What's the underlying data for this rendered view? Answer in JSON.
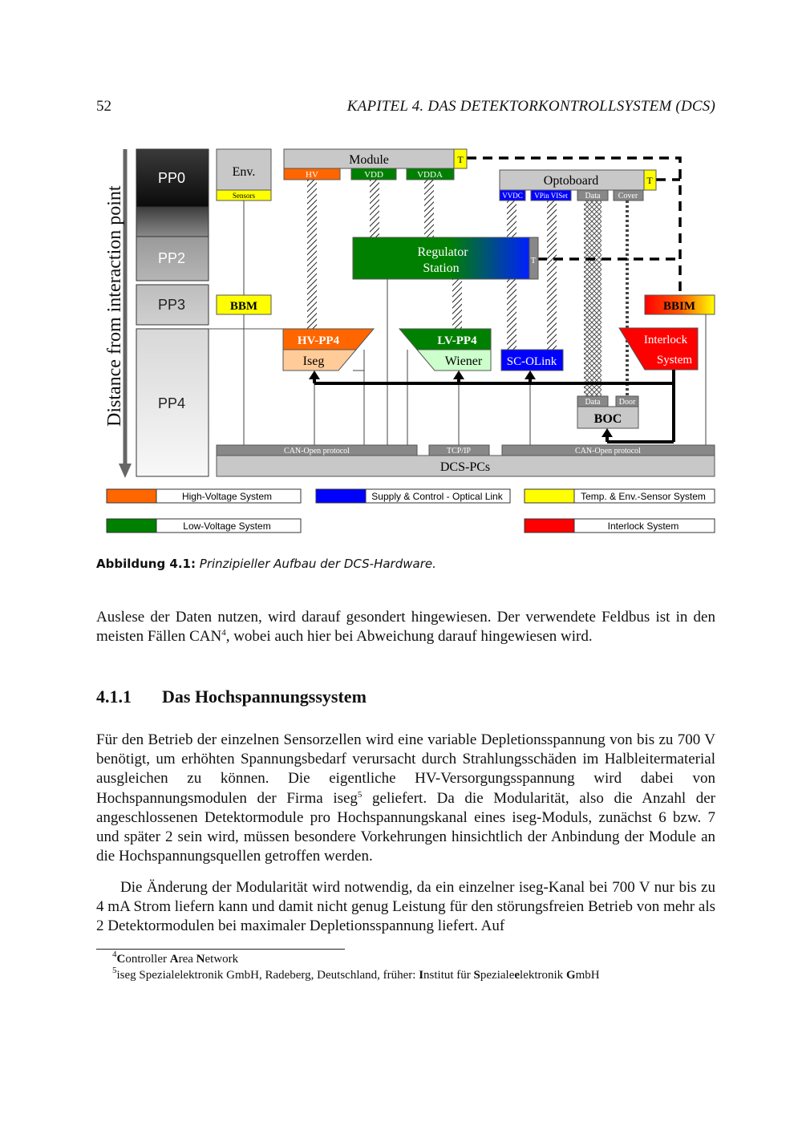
{
  "header": {
    "page_number": "52",
    "running_title": "KAPITEL 4.  DAS DETEKTORKONTROLLSYSTEM (DCS)"
  },
  "figure": {
    "axis_label": "Distance from interaction point",
    "levels": {
      "pp0": "PP0",
      "pp2": "PP2",
      "pp3": "PP3",
      "pp4": "PP4"
    },
    "blocks": {
      "env": "Env.",
      "sensors": "Sensors",
      "module": "Module",
      "t": "T",
      "hv": "HV",
      "vdd": "VDD",
      "vdda": "VDDA",
      "optoboard": "Optoboard",
      "vvdc": "VVDC",
      "vpin_viset": "VPin VISet",
      "data": "Data",
      "cover": "Cover",
      "regulator_line1": "Regulator",
      "regulator_line2": "Station",
      "bbm": "BBM",
      "bbim": "BBIM",
      "hv_pp4": "HV-PP4",
      "iseg": "Iseg",
      "lv_pp4": "LV-PP4",
      "wiener": "Wiener",
      "sc_olink": "SC-OLink",
      "interlock_line1": "Interlock",
      "interlock_line2": "System",
      "boc_data": "Data",
      "boc_door": "Door",
      "boc": "BOC",
      "can_open_left": "CAN-Open protocol",
      "tcp_ip": "TCP/IP",
      "can_open_right": "CAN-Open protocol",
      "dcs_pcs": "DCS-PCs"
    },
    "legend": [
      {
        "label": "High-Voltage System",
        "color": "#ff6600"
      },
      {
        "label": "Supply & Control - Optical Link",
        "color": "#0000ff"
      },
      {
        "label": "Temp. & Env.-Sensor System",
        "color": "#ffff00"
      },
      {
        "label": "Low-Voltage System",
        "color": "#008000"
      },
      {
        "label": "Interlock System",
        "color": "#ff0000"
      }
    ],
    "caption_label": "Abbildung 4.1:",
    "caption_text": "Prinzipieller Aufbau der DCS-Hardware."
  },
  "body": {
    "para1_a": "Auslese der Daten nutzen, wird darauf gesondert hingewiesen. Der verwendete Feldbus ist in den meisten Fällen CAN",
    "para1_sup": "4",
    "para1_b": ", wobei auch hier bei Abweichung darauf hingewiesen wird.",
    "section_number": "4.1.1",
    "section_title": "Das Hochspannungssystem",
    "para2_a": "Für den Betrieb der einzelnen Sensorzellen wird eine variable Depletionsspannung von bis zu 700 V benötigt, um erhöhten Spannungsbedarf verursacht durch Strahlungsschäden im Halbleitermaterial ausgleichen zu können. Die eigentliche HV-Versorgungsspannung wird dabei von Hochspannungsmodulen der Firma iseg",
    "para2_sup": "5",
    "para2_b": " geliefert. Da die Modularität, also die Anzahl der angeschlossenen Detektormodule pro Hochspannungskanal eines iseg-Moduls, zunächst 6 bzw. 7 und später 2 sein wird, müssen besondere Vorkehrungen hinsichtlich der Anbindung der Module an die Hochspannungsquellen getroffen werden.",
    "para3": "Die Änderung der Modularität wird notwendig, da ein einzelner iseg-Kanal bei 700 V nur bis zu 4 mA Strom liefern kann und damit nicht genug Leistung für den störungsfreien Betrieb von mehr als 2 Detektormodulen bei maximaler Depletionsspannung liefert. Auf"
  },
  "footnotes": {
    "fn4_mark": "4",
    "fn4_c": "C",
    "fn4_c_rest": "ontroller ",
    "fn4_a": "A",
    "fn4_a_rest": "rea ",
    "fn4_n": "N",
    "fn4_n_rest": "etwork",
    "fn5_mark": "5",
    "fn5_text": "iseg Spezialelektronik GmbH, Radeberg, Deutschland, früher: ",
    "fn5_i": "I",
    "fn5_i_rest": "nstitut für ",
    "fn5_s": "S",
    "fn5_s_rest": "peziale",
    "fn5_e": "e",
    "fn5_e_rest": "lektronik ",
    "fn5_g": "G",
    "fn5_g_rest": "mbH"
  }
}
